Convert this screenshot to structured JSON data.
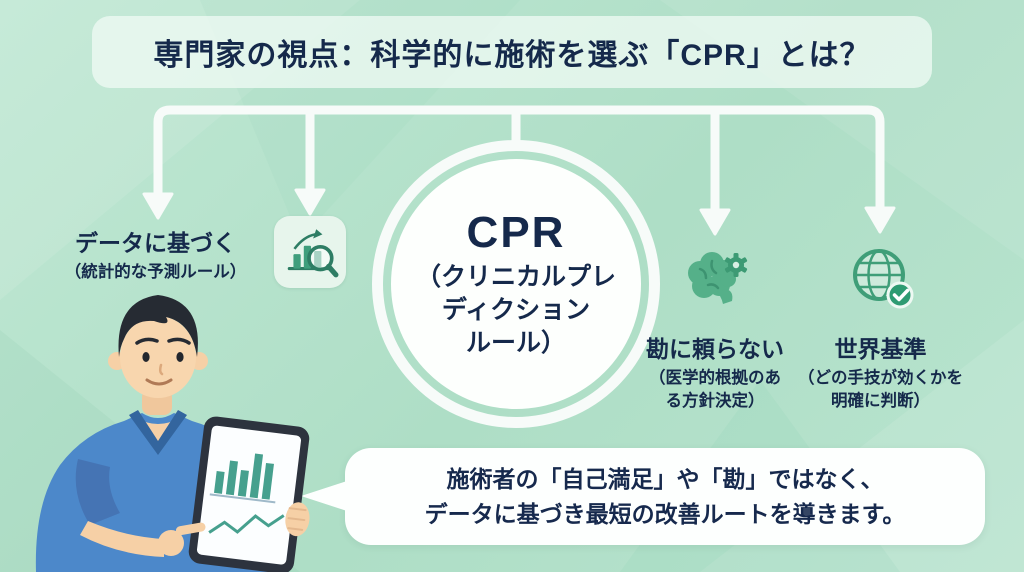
{
  "title": "専門家の視点：科学的に施術を選ぶ「CPR」とは？",
  "center_circle": {
    "acronym": "CPR",
    "name_lines": [
      "（クリニカルプレ",
      "ディクション",
      "ルール）"
    ]
  },
  "branches": {
    "data": {
      "label": "データに基づく",
      "sub_lines": [
        "（統計的な予測ルール）"
      ],
      "icon": "bar-chart-magnifier-icon"
    },
    "intuition": {
      "label": "勘に頼らない",
      "sub_lines": [
        "（医学的根拠のあ",
        "る方針決定）"
      ],
      "icon": "brain-gear-icon"
    },
    "global": {
      "label": "世界基準",
      "sub_lines": [
        "（どの手技が効くかを",
        "明確に判断）"
      ],
      "icon": "globe-check-icon"
    }
  },
  "speech_bubble": {
    "lines": [
      "施術者の「自己満足」や「勘」ではなく、",
      "データに基づき最短の改善ルートを導きます。"
    ]
  },
  "colors": {
    "background": "#b5e1cb",
    "text_navy": "#15294b",
    "accent_green": "#4aa87e",
    "arrow_white": "#f7fbf9",
    "bubble_white": "#fdfffe",
    "scrub_blue": "#4c88ca"
  }
}
